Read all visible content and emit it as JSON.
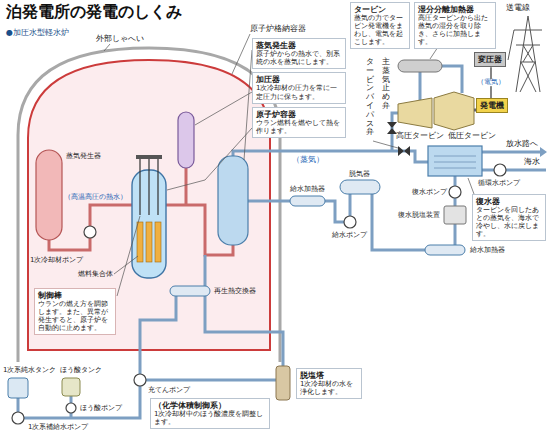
{
  "diagram": {
    "title": "泊発電所の発電のしくみ",
    "nodes": [
      {
        "text": [
          "蒸気発生器",
          "原子炉からの熱水で、別系統の水を蒸気にします。"
        ]
      },
      {
        "text": [
          "加圧器",
          "1次冷却材の圧力を常に一定圧力に保ちます。"
        ]
      },
      {
        "text": [
          "原子炉容器",
          "ウラン燃料を燃やして熱を作ります。"
        ]
      },
      {
        "text": [
          "制御棒",
          "ウランの燃え方を調節します。また、異常が発生すると、原子炉を自動的に止めます。"
        ]
      },
      {
        "text": [
          "（化学体積制御系）",
          "1次冷却材中のほう酸濃度を調整します。"
        ]
      },
      {
        "text": [
          "脱塩塔",
          "1次冷却材の水を浄化します。"
        ]
      },
      {
        "text": [
          "タービン",
          "蒸気の力でタービン発電機をまわし、電気を起こします。"
        ]
      },
      {
        "text": [
          "湿分分離加熱器",
          "高圧タービンから出た蒸気の湿分を取り除き、さらに加熱します。"
        ]
      },
      {
        "text": [
          "変圧器"
        ]
      },
      {
        "text": [
          "発電機"
        ]
      },
      {
        "text": [
          "復水器",
          "タービンを回したあとの蒸気を、海水で冷やし、水に戻します。"
        ]
      }
    ],
    "edges": [
      {
        "from": 9,
        "to": 8,
        "label": "（電気）",
        "arrow": "none"
      }
    ],
    "labels": [
      "●加圧水型軽水炉",
      "外部しゃへい",
      "原子炉格納容器",
      "蒸気発生器",
      "（高温高圧の熱水）",
      "1次冷却材ポンプ",
      "燃料集合体",
      "再生熱交換器",
      "（蒸気）",
      "給水加熱器",
      "脱気器",
      "給水ポンプ",
      "充てんポンプ",
      "ほう酸タンク",
      "1次系純水タンク",
      "ほう酸ポンプ",
      "1次系補給水ポンプ",
      "送電線",
      "主蒸気止め弁",
      "タービンバイパス弁",
      "高圧タービン",
      "低圧タービン",
      "放水路へ",
      "海水",
      "循環水ポンプ",
      "復水ポンプ",
      "復水脱塩装置",
      "給水加熱器"
    ]
  }
}
